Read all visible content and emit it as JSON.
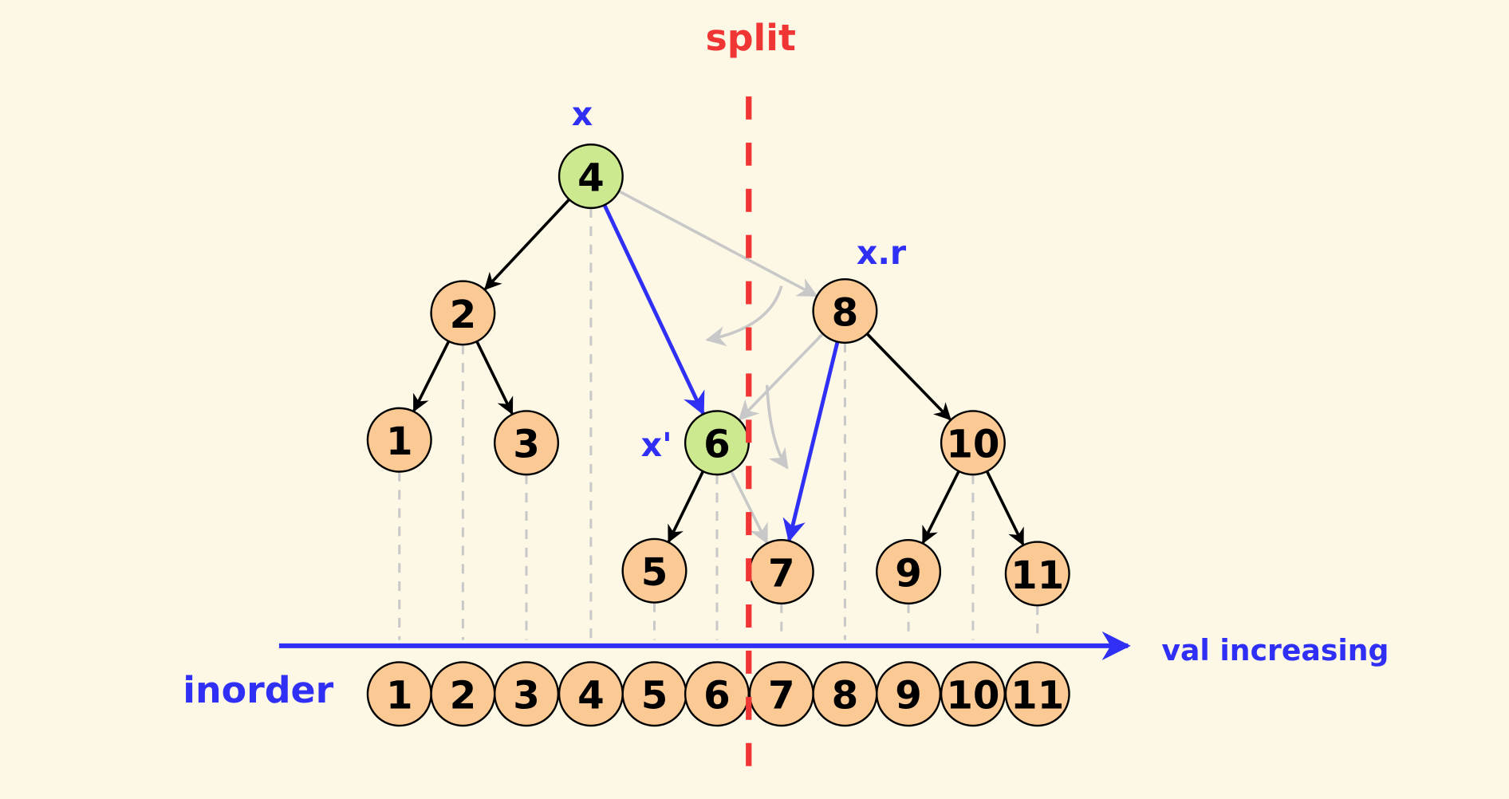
{
  "title": "split",
  "labels": {
    "x": "x",
    "xr": "x.r",
    "xprime": "x'",
    "axis": "val increasing",
    "inorder": "inorder"
  },
  "colors": {
    "background": "#fdf8e6",
    "node": "#fbc994",
    "highlight": "#cde98f",
    "blue": "#2f2ff5",
    "red": "#f03535",
    "gray": "#c8c8c8"
  },
  "tree": {
    "nodes": [
      {
        "id": "4",
        "label": "4",
        "highlight": true
      },
      {
        "id": "2",
        "label": "2"
      },
      {
        "id": "8",
        "label": "8"
      },
      {
        "id": "1",
        "label": "1"
      },
      {
        "id": "3",
        "label": "3"
      },
      {
        "id": "6",
        "label": "6",
        "highlight": true
      },
      {
        "id": "10",
        "label": "10"
      },
      {
        "id": "5",
        "label": "5"
      },
      {
        "id": "7",
        "label": "7"
      },
      {
        "id": "9",
        "label": "9"
      },
      {
        "id": "11",
        "label": "11"
      }
    ],
    "edges_black": [
      [
        "4",
        "2"
      ],
      [
        "2",
        "1"
      ],
      [
        "2",
        "3"
      ],
      [
        "6",
        "5"
      ],
      [
        "8",
        "10"
      ],
      [
        "10",
        "9"
      ],
      [
        "10",
        "11"
      ]
    ],
    "edges_blue": [
      [
        "4",
        "6"
      ],
      [
        "8",
        "7"
      ]
    ],
    "edges_gray": [
      [
        "4",
        "8"
      ],
      [
        "8",
        "6"
      ],
      [
        "6",
        "7"
      ]
    ]
  },
  "inorder": [
    "1",
    "2",
    "3",
    "4",
    "5",
    "6",
    "7",
    "8",
    "9",
    "10",
    "11"
  ]
}
